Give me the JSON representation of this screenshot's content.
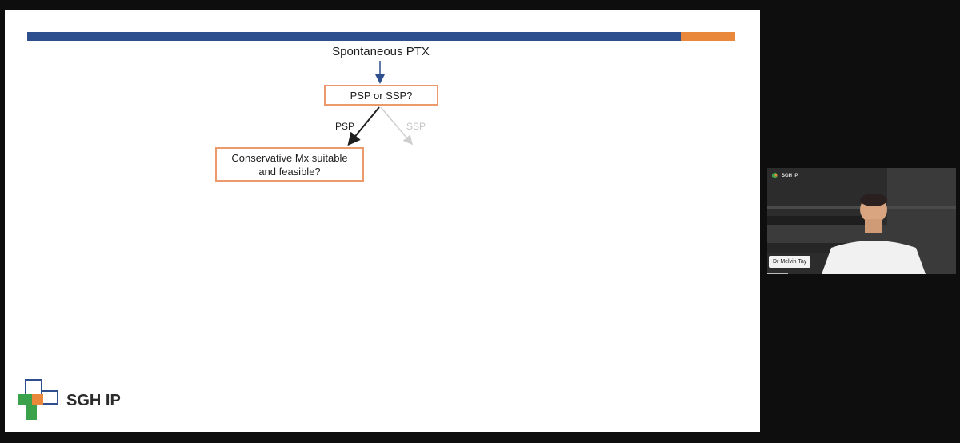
{
  "slide": {
    "flowchart": {
      "title": "Spontaneous PTX",
      "question_box": "PSP or SSP?",
      "branch_psp_label": "PSP",
      "branch_ssp_label": "SSP",
      "conservative_box_line1": "Conservative Mx suitable",
      "conservative_box_line2": "and feasible?"
    },
    "logo": {
      "text": "SGH IP"
    },
    "colors": {
      "bar_blue": "#2e4f8e",
      "bar_orange": "#e9883b",
      "box_border": "#ec9a6c",
      "logo_blue": "#2e4f8e",
      "logo_green": "#3aa24a",
      "logo_orange": "#e9883b"
    }
  },
  "video_panel": {
    "logo_text": "SGH IP",
    "speaker_name": "Dr Melvin Tay"
  }
}
